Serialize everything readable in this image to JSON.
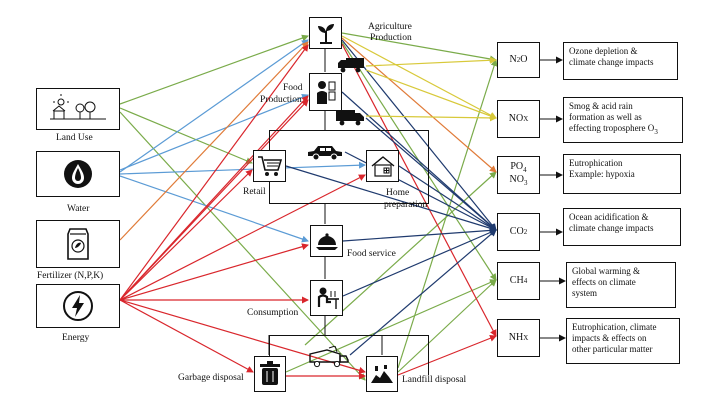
{
  "inputs": {
    "land_use": "Land Use",
    "water": "Water",
    "fertilizer": "Fertilizer (N,P,K)",
    "energy": "Energy"
  },
  "stages": {
    "agriculture_1": "Agriculture",
    "agriculture_2": "Production",
    "food_production_1": "Food",
    "food_production_2": "Production",
    "retail": "Retail",
    "home_prep_1": "Home",
    "home_prep_2": "preparation",
    "food_service": "Food service",
    "consumption": "Consumption",
    "garbage_disposal": "Garbage disposal",
    "landfill_disposal": "Landfill disposal"
  },
  "emissions": {
    "n2o": {
      "base": "N",
      "sub": "2",
      "rest": "O"
    },
    "nox": {
      "base": "NO",
      "sub": "X"
    },
    "po4": {
      "base": "PO",
      "sub": "4"
    },
    "no3": {
      "base": "NO",
      "sub": "3"
    },
    "co2": {
      "base": "CO",
      "sub": "2"
    },
    "ch4": {
      "base": "CH",
      "sub": "4"
    },
    "nhx": {
      "base": "NH",
      "sub": "X"
    }
  },
  "impacts": {
    "n2o": [
      "Ozone depletion &",
      "climate change impacts"
    ],
    "nox": [
      "Smog & acid rain",
      "formation as well as",
      "effecting troposphere O"
    ],
    "nox_sub": "3",
    "po4": [
      "Eutrophication",
      "Example: hypoxia"
    ],
    "co2": [
      "Ocean acidification &",
      "climate change impacts"
    ],
    "ch4": [
      "Global warming &",
      "effects on climate",
      "system"
    ],
    "nhx": [
      "Eutrophication, climate",
      "impacts & effects on",
      "other particular matter"
    ]
  },
  "colors": {
    "land_use_links": "#7aab4a",
    "water_links": "#5b9bd5",
    "fertilizer_links": "#e07b39",
    "energy_links": "#d9262c",
    "co2_links": "#1f3a6e",
    "n2o_links": "#cccc33",
    "nox_links": "#e8d44d",
    "ch4_links": "#7aab4a",
    "nhx_links": "#d9262c"
  }
}
